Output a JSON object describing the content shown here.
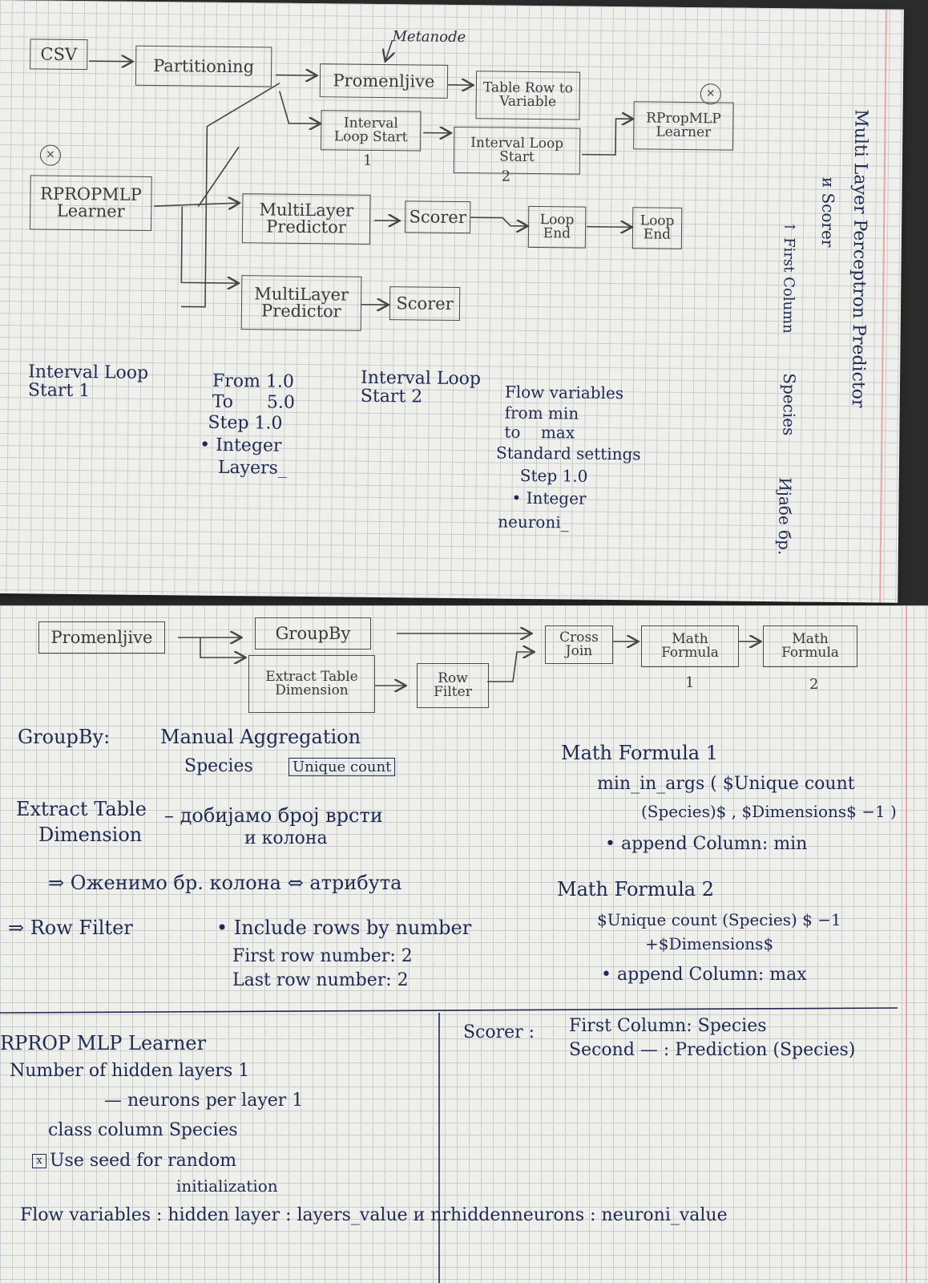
{
  "top_page": {
    "metanode_label": "Metanode",
    "nodes": {
      "csv": "CSV",
      "partitioning": "Partitioning",
      "promenljive": "Promenljive",
      "table_row_to_variable": "Table Row to Variable",
      "interval_loop_start_1": "Interval Loop Start",
      "interval_loop_start_1_num": "1",
      "interval_loop_start_2": "Interval Loop Start",
      "interval_loop_start_2_num": "2",
      "rprop_mlp_learner_right": "RPropMLP Learner",
      "rprop_mlp_learner_left": "RPROPMLP Learner",
      "multilayer_predictor_1": "MultiLayer Predictor",
      "scorer_1": "Scorer",
      "loop_end_1": "Loop End",
      "loop_end_2": "Loop End",
      "multilayer_predictor_2": "MultiLayer Predictor",
      "scorer_2": "Scorer"
    },
    "notes": {
      "ils1_title": "Interval Loop Start 1",
      "ils1_from": "From 1.0",
      "ils1_to": "To      5.0",
      "ils1_step": "Step 1.0",
      "ils1_integer": "• Integer",
      "ils1_var": "Layers_",
      "ils2_title": "Interval Loop Start 2",
      "fv_1": "Flow variables",
      "fv_2": "from min",
      "fv_3": "to    max",
      "fv_4": "Standard settings",
      "fv_5": "Step 1.0",
      "fv_6": "• Integer",
      "fv_7": "neuroni_"
    },
    "side_note": {
      "line1": "Multi Layer Perceptron Predictor",
      "line2": "и Scorer",
      "line3": "↑ First Column",
      "line4": "Species",
      "line5": "Ијабе бр."
    }
  },
  "bottom_page": {
    "nodes": {
      "promenljive": "Promenljive",
      "groupby": "GroupBy",
      "extract_table_dimension": "Extract Table Dimension",
      "row_filter": "Row Filter",
      "cross_join": "Cross Join",
      "math_formula_1": "Math Formula",
      "math_formula_1_num": "1",
      "math_formula_2": "Math Formula",
      "math_formula_2_num": "2"
    },
    "notes": {
      "groupby_label": "GroupBy:",
      "groupby_manual": "Manual Aggregation",
      "groupby_species": "Species",
      "groupby_unique": "Unique count",
      "etd_label_1": "Extract Table",
      "etd_label_2": "Dimension",
      "etd_text_1": "– добијамо број врсти",
      "etd_text_2": "и колона",
      "arrow_note": "⇒ Оженимо бр. колона ⇔ атрибута",
      "rf_label": "⇒ Row Filter",
      "rf_1": "• Include rows by number",
      "rf_2": "First row number: 2",
      "rf_3": "Last row number: 2",
      "mf1_title": "Math Formula 1",
      "mf1_1": "min_in_args ( $Unique count",
      "mf1_2": "(Species)$ , $Dimensions$ −1 )",
      "mf1_3": "• append Column: min",
      "mf2_title": "Math Formula 2",
      "mf2_1": "$Unique count (Species) $ −1",
      "mf2_2": "+$Dimensions$",
      "mf2_3": "• append Column: max",
      "rp_title": "RPROP MLP Learner",
      "rp_1": "Number of hidden layers  1",
      "rp_2": "—  neurons per layer  1",
      "rp_3": "class column   Species",
      "rp_check": "x",
      "rp_4": "Use seed for random",
      "rp_5": "initialization",
      "scorer_label": "Scorer :",
      "scorer_1": "First Column: Species",
      "scorer_2": "Second — :   Prediction (Species)",
      "flow": "Flow variables :  hidden layer :  layers_value   и  nrhiddenneurons :  neuroni_value"
    }
  }
}
